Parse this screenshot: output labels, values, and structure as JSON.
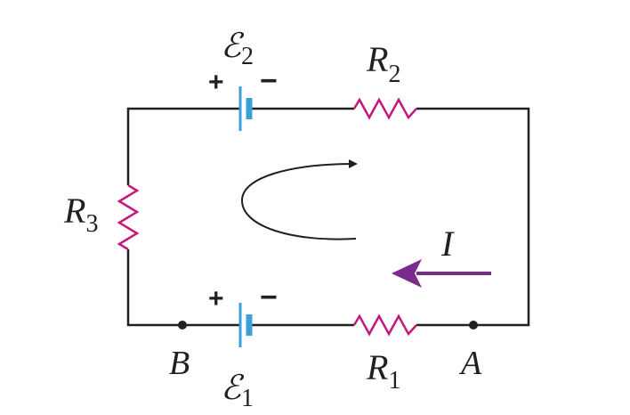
{
  "labels": {
    "emf2": {
      "symbol": "ℰ",
      "sub": "2"
    },
    "emf1": {
      "symbol": "ℰ",
      "sub": "1"
    },
    "r2": {
      "symbol": "R",
      "sub": "2"
    },
    "r1": {
      "symbol": "R",
      "sub": "1"
    },
    "r3": {
      "symbol": "R",
      "sub": "3"
    },
    "current": "I",
    "point_a": "A",
    "point_b": "B",
    "plus": "+",
    "minus": "−"
  },
  "colors": {
    "wire": "#231f20",
    "resistor": "#c2187d",
    "battery": "#3aa0d8",
    "current_arrow": "#7b2a8e"
  }
}
